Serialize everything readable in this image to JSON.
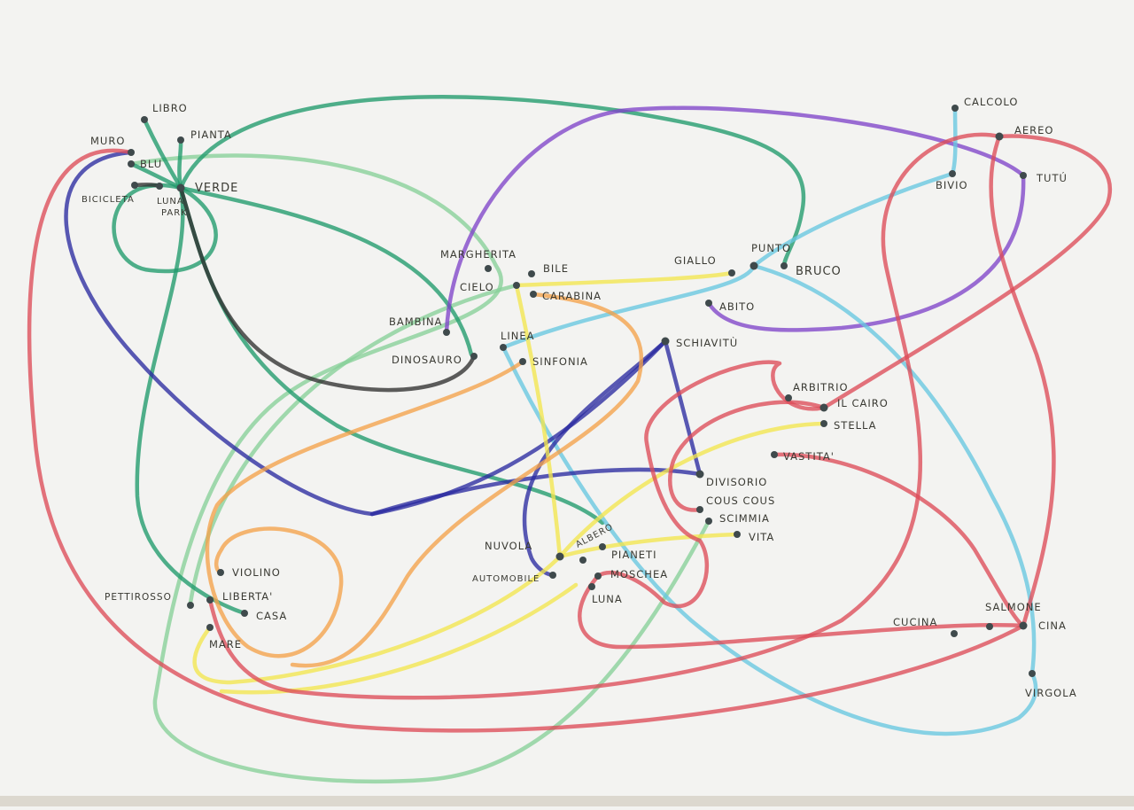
{
  "colors": {
    "red": "#dc4c58",
    "green": "#1f9a6c",
    "lightgreen": "#86cf98",
    "cyan": "#67c6e0",
    "purple": "#7f44c9",
    "blue": "#2a2aa0",
    "black": "#2f2f2f",
    "yellow": "#f2e64e",
    "orange": "#f3a24a",
    "node": "#3f4a4c"
  },
  "nodes": {
    "libro": "LIBRO",
    "pianta": "PIANTA",
    "muro": "MURO",
    "blu": "BLU",
    "bicicletta": "BICICLETA",
    "luna_park_1": "LUNA",
    "luna_park_2": "PARK",
    "verde": "VERDE",
    "margherita": "MARGHERITA",
    "bile": "BILE",
    "cielo": "CIELO",
    "carabina": "CARABINA",
    "bambina": "BAMBINA",
    "linea": "LINEA",
    "sinfonia": "SINFONIA",
    "dinosauro": "DINOSAURO",
    "giallo": "GIALLO",
    "punto": "PUNTO",
    "bruco": "BRUCO",
    "abito": "ABITO",
    "schiavitu": "SCHIAVITÙ",
    "calcolo": "CALCOLO",
    "aereo": "AEREO",
    "bivio": "BIVIO",
    "tutu": "TUTÚ",
    "arbitrio": "ARBITRIO",
    "il_cairo": "IL CAIRO",
    "stella": "STELLA",
    "vastita": "VASTITA'",
    "divisorio": "DIVISORIO",
    "cous_cous": "COUS COUS",
    "scimmia": "SCIMMIA",
    "vita": "VITA",
    "nuvola": "NUVOLA",
    "albero": "ALBERO",
    "pianeti": "PIANETI",
    "automobile": "AUTOMOBILE",
    "moschea": "MOSCHEA",
    "luna": "LUNA",
    "violino": "VIOLINO",
    "pettirosso": "PETTIROSSO",
    "liberta": "LIBERTA'",
    "casa": "CASA",
    "mare": "MARE",
    "cucina": "CUCINA",
    "salmone": "SALMONE",
    "cina": "CINA",
    "virgola": "VIRGOLA"
  }
}
